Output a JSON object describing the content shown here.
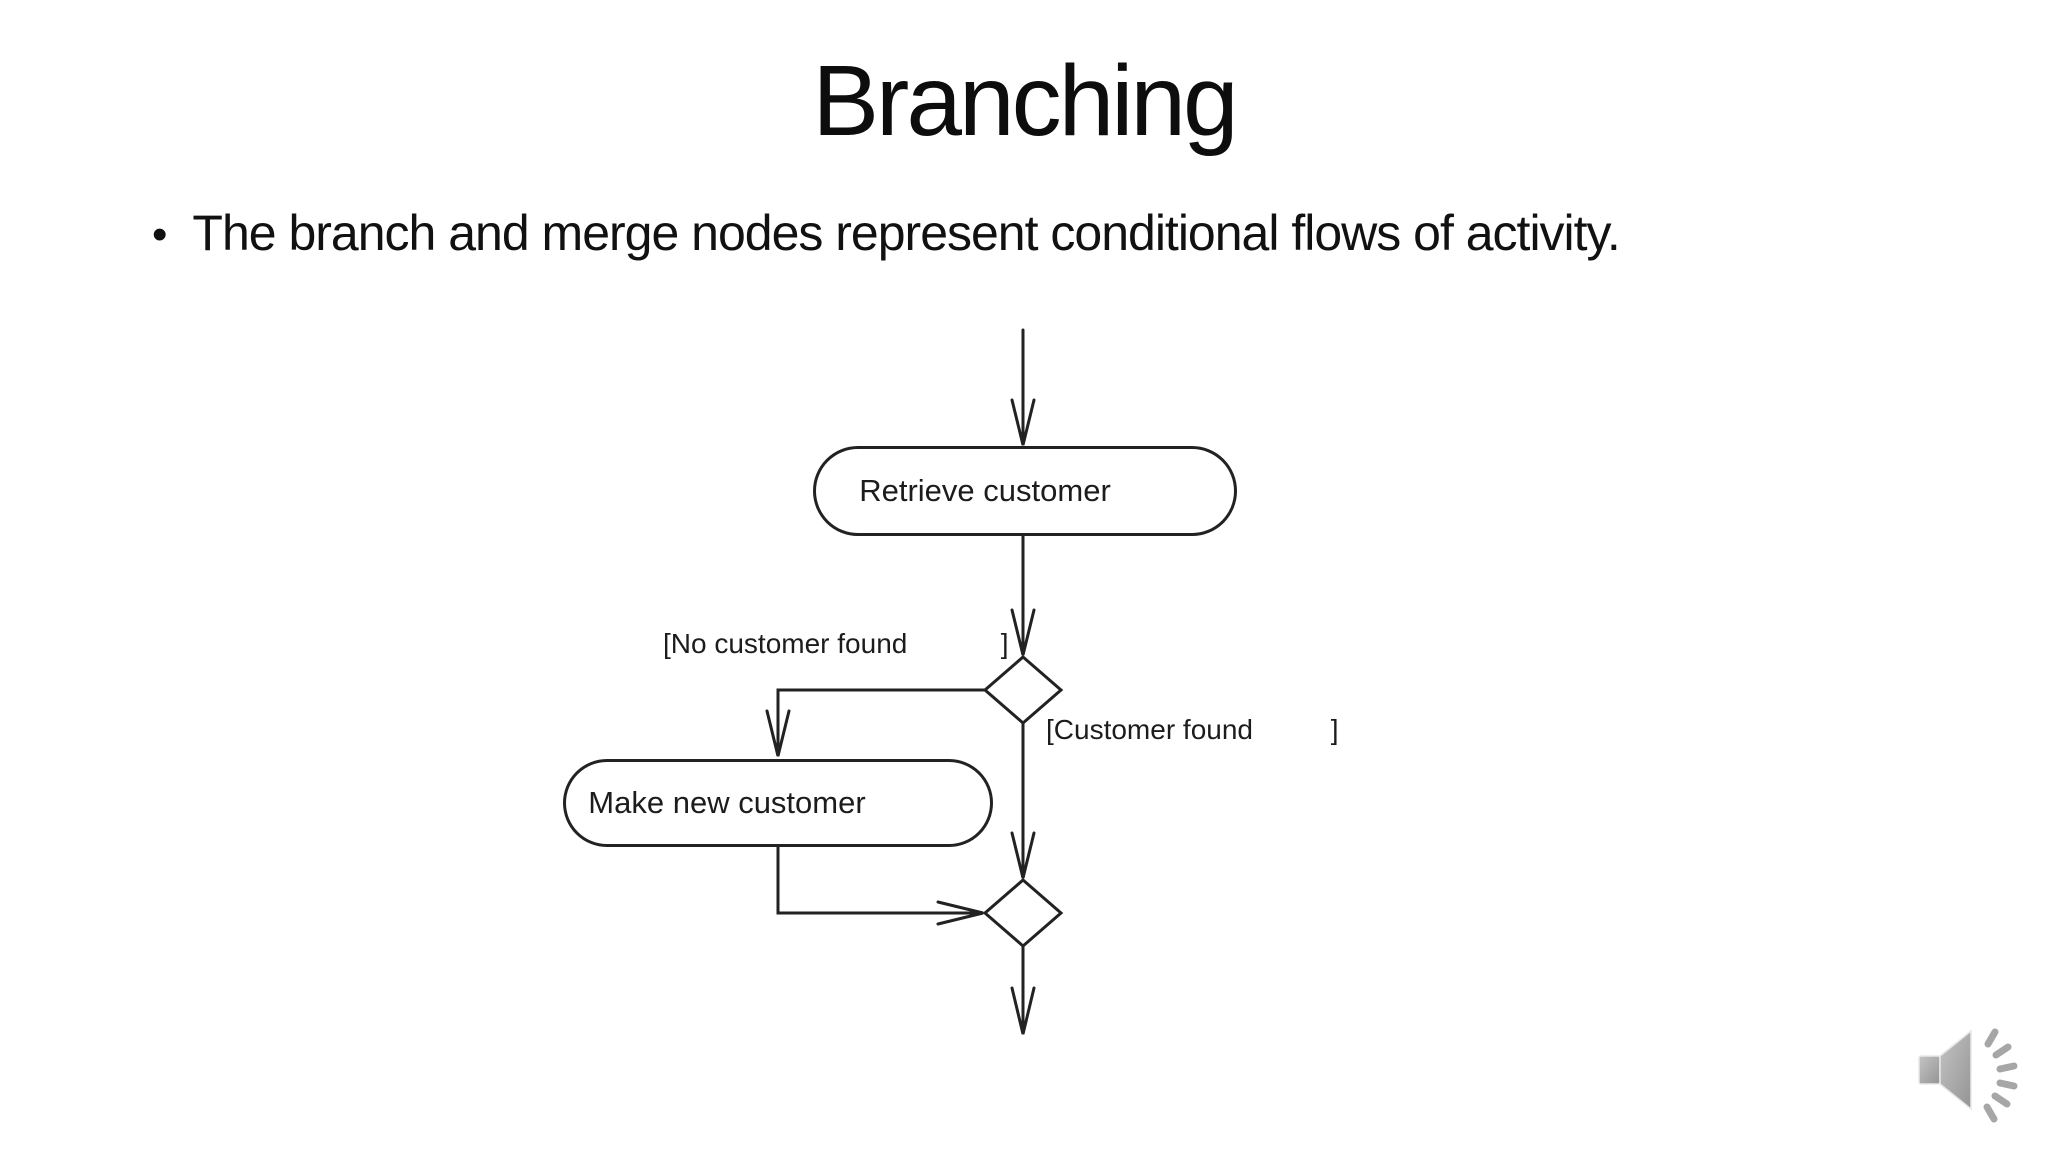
{
  "slide": {
    "title": "Branching",
    "bullet_marker": "•",
    "bullet_text": "The branch and merge nodes represent conditional flows of activity."
  },
  "diagram": {
    "kind": "uml-activity-diagram",
    "activity_nodes": [
      {
        "label": "Retrieve customer"
      },
      {
        "label": "Make new customer"
      }
    ],
    "guard_labels": [
      {
        "label": "[No customer found            ]"
      },
      {
        "label": "[Customer found          ]"
      }
    ],
    "control_nodes": [
      "branch",
      "merge"
    ]
  },
  "icons": {
    "audio": "speaker-with-sound-waves"
  },
  "colors": {
    "background": "#ffffff",
    "line": "#222222",
    "text": "#1a1a1a",
    "audio_icon_gray": "#a6a6a6"
  }
}
